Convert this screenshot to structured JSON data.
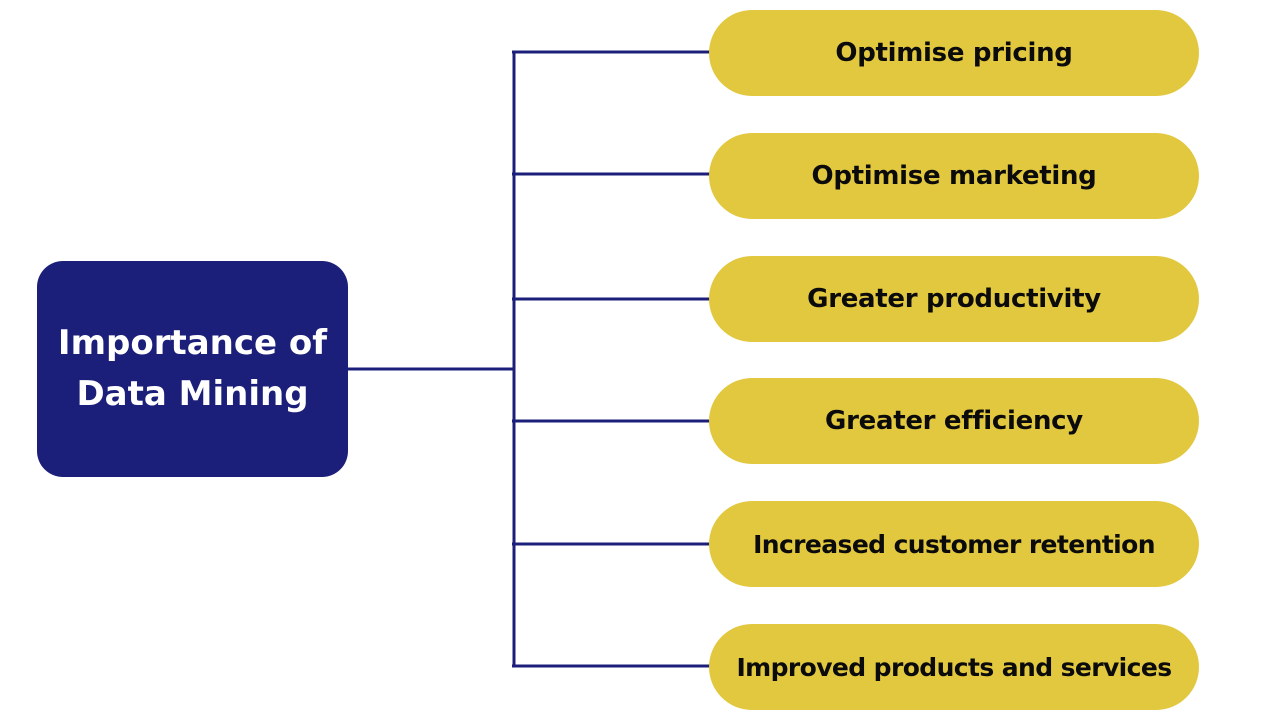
{
  "colors": {
    "root_fill": "#1c1f7a",
    "root_text": "#ffffff",
    "branch_fill": "#e2c83f",
    "branch_text": "#0b0b0b",
    "connector": "#1c1f7a",
    "background": "#ffffff"
  },
  "root": {
    "label": "Importance of\nData Mining"
  },
  "branches": [
    {
      "label": "Optimise pricing"
    },
    {
      "label": "Optimise marketing"
    },
    {
      "label": "Greater productivity"
    },
    {
      "label": "Greater efficiency"
    },
    {
      "label": "Increased customer retention"
    },
    {
      "label": "Improved products and services"
    }
  ]
}
